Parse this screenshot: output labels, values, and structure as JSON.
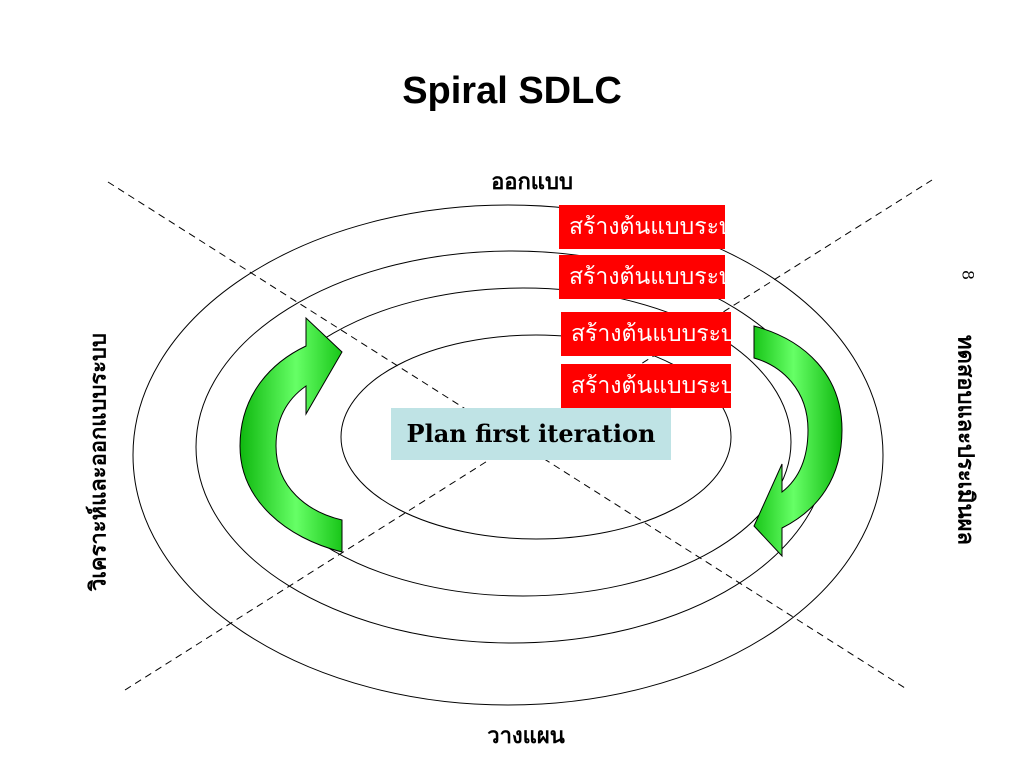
{
  "title": "Spiral SDLC",
  "phases": {
    "top": "ออกแบบ",
    "bottom": "วางแผน",
    "left": "วิเคราะห์และออกแบบระบบ",
    "right": "ทดสอบและประเมินผล"
  },
  "slide_number": "8",
  "prototype_boxes": [
    "สร้างต้นแบบระบบ",
    "สร้างต้นแบบระบบ",
    "สร้างต้นแบบระบบ",
    "สร้างต้นแบบระบบ"
  ],
  "plan_label": "Plan first iteration",
  "colors": {
    "prototype_fill": "#ff0000",
    "prototype_text": "#ffffff",
    "plan_fill": "#bfe3e5",
    "arrow_fill": "#22cc22",
    "line": "#000000"
  },
  "icons": [
    "curved-arrow-left",
    "curved-arrow-right"
  ]
}
